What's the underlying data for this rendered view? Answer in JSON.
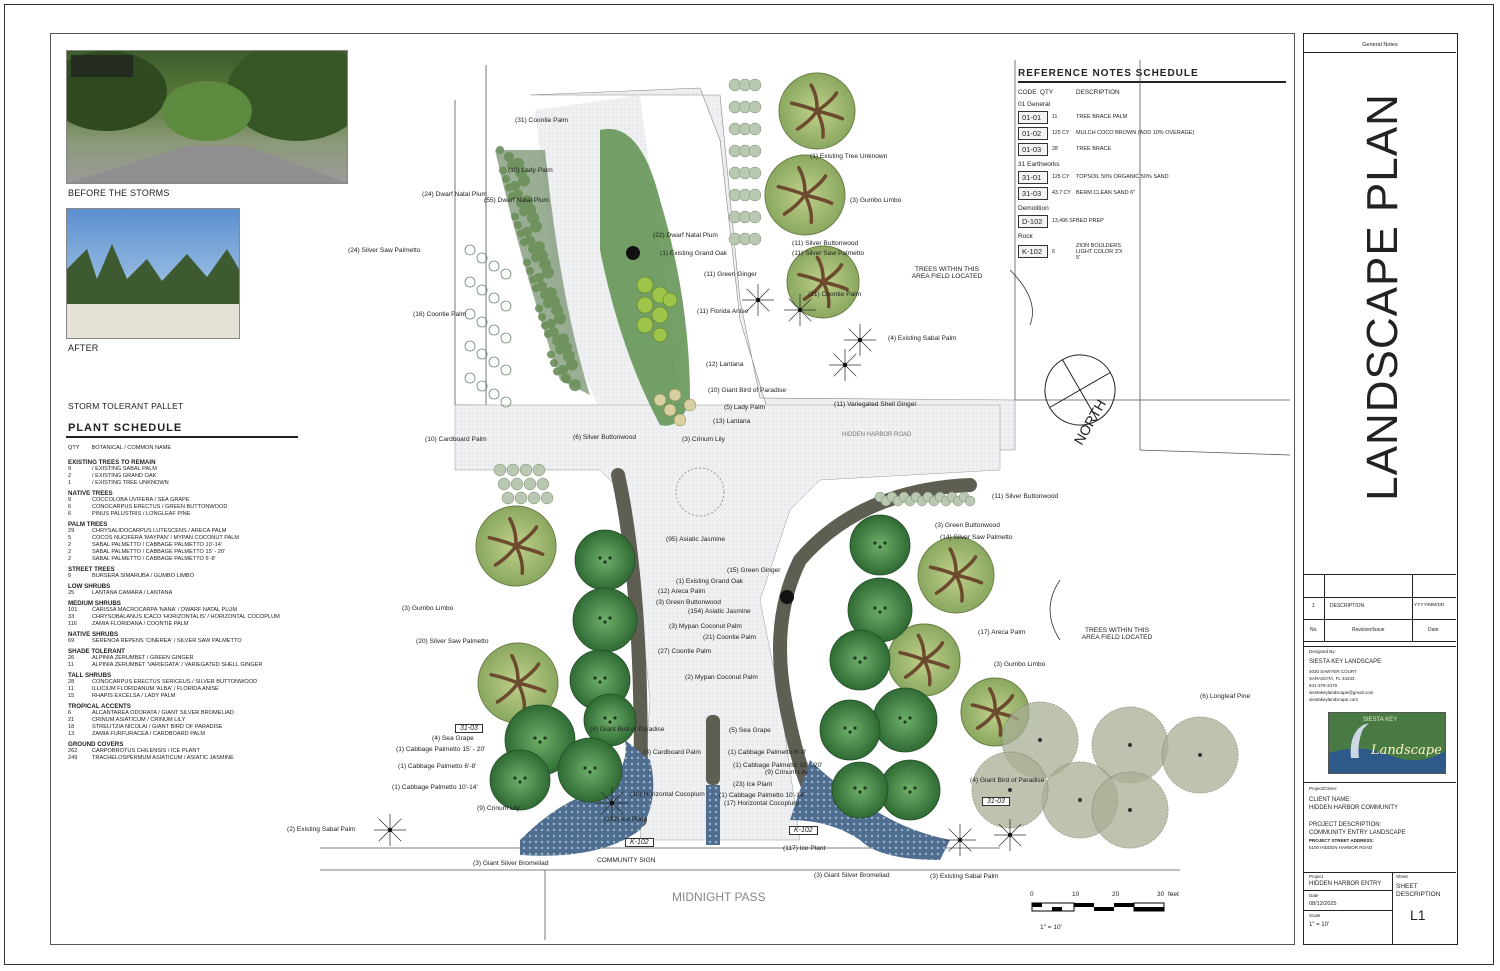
{
  "photos": {
    "before_caption": "BEFORE THE STORMS",
    "after_caption": "AFTER"
  },
  "plant_schedule": {
    "subtitle": "STORM TOLERANT PALLET",
    "title": "PLANT SCHEDULE",
    "col_qty": "QTY",
    "col_name": "BOTANICAL / COMMON NAME",
    "groups": [
      {
        "name": "EXISTING TREES TO REMAIN",
        "rows": [
          [
            "9",
            "/ EXISTING SABAL PALM"
          ],
          [
            "2",
            "/ EXISTING GRAND OAK"
          ],
          [
            "1",
            "/ EXISTING TREE UNKNOWN"
          ]
        ]
      },
      {
        "name": "NATIVE TREES",
        "rows": [
          [
            "9",
            "COCCOLOBA UVIFERA / SEA GRAPE"
          ],
          [
            "6",
            "CONOCARPUS ERECTUS / GREEN BUTTONWOOD"
          ],
          [
            "6",
            "PINUS PALUSTRIS / LONGLEAF PINE"
          ]
        ]
      },
      {
        "name": "PALM TREES",
        "rows": [
          [
            "29",
            "CHRYSALIDOCARPUS LUTESCENS / ARECA PALM"
          ],
          [
            "5",
            "COCOS NUCIFERA 'MAYPAN' / MYPAN COCONUT PALM"
          ],
          [
            "2",
            "SABAL PALMETTO / CABBAGE PALMETTO 10'-14'"
          ],
          [
            "2",
            "SABAL PALMETTO / CABBAGE PALMETTO 15' - 20'"
          ],
          [
            "2",
            "SABAL PALMETTO / CABBAGE PALMETTO 6'-8'"
          ]
        ]
      },
      {
        "name": "STREET TREES",
        "rows": [
          [
            "9",
            "BURSERA SIMARUBA / GUMBO LIMBO"
          ]
        ]
      },
      {
        "name": "LOW SHRUBS",
        "rows": [
          [
            "25",
            "LANTANA CAMARA / LANTANA"
          ]
        ]
      },
      {
        "name": "MEDIUM SHRUBS",
        "rows": [
          [
            "101",
            "CARISSA MACROCARPA 'NANA' / DWARF NATAL PLUM"
          ],
          [
            "33",
            "CHRYSOBALANUS ICACO 'HORIZONTALIS' / HORIZONTAL COCOPLUM"
          ],
          [
            "116",
            "ZAMIA FLORIDANA / COONTIE PALM"
          ]
        ]
      },
      {
        "name": "NATIVE SHRUBS",
        "rows": [
          [
            "69",
            "SERENOA REPENS 'CINEREA' / SILVER SAW PALMETTO"
          ]
        ]
      },
      {
        "name": "SHADE TOLERANT",
        "rows": [
          [
            "26",
            "ALPINIA ZERUMBET / GREEN GINGER"
          ],
          [
            "11",
            "ALPINIA ZERUMBET 'VARIEGATA' / VARIEGATED SHELL GINGER"
          ]
        ]
      },
      {
        "name": "TALL SHRUBS",
        "rows": [
          [
            "28",
            "CONOCARPUS ERECTUS SERICEUS / SILVER BUTTONWOOD"
          ],
          [
            "11",
            "ILLICIUM FLORIDANUM 'ALBA' / FLORIDA ANISE"
          ],
          [
            "15",
            "RHAPIS EXCELSA / LADY PALM"
          ]
        ]
      },
      {
        "name": "TROPICAL ACCENTS",
        "rows": [
          [
            "6",
            "ALCANTAREA ODORATA / GIANT SILVER BROMELIAD"
          ],
          [
            "21",
            "CRINUM ASIATICUM / CRINUM LILY"
          ],
          [
            "18",
            "STRELITZIA NICOLAI / GIANT BIRD OF PARADISE"
          ],
          [
            "13",
            "ZAMIA FURFURACEA / CARDBOARD PALM"
          ]
        ]
      },
      {
        "name": "GROUND COVERS",
        "rows": [
          [
            "262",
            "CARPOBROTUS CHILENSIS / ICE PLANT"
          ],
          [
            "249",
            "TRACHELOSPERMUM ASIATICUM / ASIATIC JASMINE"
          ]
        ]
      }
    ]
  },
  "reference_notes": {
    "title": "REFERENCE NOTES SCHEDULE",
    "col_code": "CODE",
    "col_qty": "QTY",
    "col_desc": "DESCRIPTION",
    "groups": [
      {
        "name": "01 General",
        "rows": [
          [
            "01-01",
            "11",
            "TREE BRACE PALM"
          ],
          [
            "01-02",
            "125 CY",
            "MULCH COCO BROWN (ADD 10% OVERAGE)"
          ],
          [
            "01-03",
            "28",
            "TREE BRACE"
          ]
        ]
      },
      {
        "name": "31 Earthworks",
        "rows": [
          [
            "31-01",
            "125 CY",
            "TOPSOIL 50% ORGANIC 50% SAND"
          ],
          [
            "31-03",
            "43.7 CY",
            "BERM CLEAN SAND 6\""
          ]
        ]
      },
      {
        "name": "Demolition",
        "rows": [
          [
            "D-102",
            "13,496 SF",
            "BED PREP"
          ]
        ]
      },
      {
        "name": "Rock",
        "rows": [
          [
            "K-102",
            "6",
            "ZION BOULDERS LIGHT COLOR 3'X 5'"
          ]
        ]
      }
    ]
  },
  "plan_labels": [
    {
      "t": "(31) Coontie Palm"
    },
    {
      "t": "(10) Lady Palm"
    },
    {
      "t": "(24) Dwarf Natal Plum"
    },
    {
      "t": "(55) Dwarf Natal Plum"
    },
    {
      "t": "(22) Dwarf Natal Plum"
    },
    {
      "t": "(1) Existing Grand Oak"
    },
    {
      "t": "(24) Silver Saw Palmetto"
    },
    {
      "t": "(11) Green Ginger"
    },
    {
      "t": "(16) Coontie Palm"
    },
    {
      "t": "(11) Florida Anise"
    },
    {
      "t": "(12) Lantana"
    },
    {
      "t": "(10) Giant Bird of Paradise"
    },
    {
      "t": "(5) Lady Palm"
    },
    {
      "t": "(13) Lantana"
    },
    {
      "t": "(3) Crinum Lily"
    },
    {
      "t": "(10) Cardboard Palm"
    },
    {
      "t": "(1) Existing Tree Unknown"
    },
    {
      "t": "(3) Gumbo Limbo"
    },
    {
      "t": "(11) Silver Buttonwood"
    },
    {
      "t": "(11) Silver Saw Palmetto"
    },
    {
      "t": "(21) Coontie Palm"
    },
    {
      "t": "(4) Existing Sabal Palm"
    },
    {
      "t": "(11) Variegated Shell Ginger"
    },
    {
      "t": "(6) Silver Buttonwood"
    },
    {
      "t": "(95) Asiatic Jasmine"
    },
    {
      "t": "(15) Green Ginger"
    },
    {
      "t": "(1) Existing Grand Oak"
    },
    {
      "t": "(12) Areca Palm"
    },
    {
      "t": "(3) Green Buttonwood"
    },
    {
      "t": "(154) Asiatic Jasmine"
    },
    {
      "t": "(3) Mypan Coconut Palm"
    },
    {
      "t": "(21) Coontie Palm"
    },
    {
      "t": "(27) Coontie Palm"
    },
    {
      "t": "(2) Mypan Coconut Palm"
    },
    {
      "t": "(3) Gumbo Limbo"
    },
    {
      "t": "(20) Silver Saw Palmetto"
    },
    {
      "t": "(4) Giant Bird of Paradise"
    },
    {
      "t": "(4) Sea Grape"
    },
    {
      "t": "(1) Cabbage Palmetto 15' - 20'"
    },
    {
      "t": "(1) Cabbage Palmetto 6'-8'"
    },
    {
      "t": "(1) Cabbage Palmetto 10'-14'"
    },
    {
      "t": "(9) Crinum Lily"
    },
    {
      "t": "(2) Existing Sabal Palm"
    },
    {
      "t": "(3) Cardboard Palm"
    },
    {
      "t": "(16) Horizontal Cocoplum"
    },
    {
      "t": "(122) Ice Plant"
    },
    {
      "t": "(3) Giant Silver Bromeliad"
    },
    {
      "t": "COMMUNITY SIGN"
    },
    {
      "t": "(5) Sea Grape"
    },
    {
      "t": "(1) Cabbage Palmetto 6'-8'"
    },
    {
      "t": "(1) Cabbage Palmetto 15' - 20'"
    },
    {
      "t": "(9) Crinum Lily"
    },
    {
      "t": "(23) Ice Plant"
    },
    {
      "t": "(1) Cabbage Palmetto 10'-14'"
    },
    {
      "t": "(17) Horizontal Cocoplum"
    },
    {
      "t": "(117) Ice Plant"
    },
    {
      "t": "(3) Giant Silver Bromeliad"
    },
    {
      "t": "(3) Existing Sabal Palm"
    },
    {
      "t": "(11) Silver Buttonwood"
    },
    {
      "t": "(3) Green Buttonwood"
    },
    {
      "t": "(14) Silver Saw Palmetto"
    },
    {
      "t": "(17) Areca Palm"
    },
    {
      "t": "(3) Gumbo Limbo"
    },
    {
      "t": "(4) Giant Bird of Paradise"
    },
    {
      "t": "(6) Longleaf Pine"
    },
    {
      "t": "TREES WITHIN THIS AREA FIELD LOCATED"
    },
    {
      "t": "TREES WITHIN THIS AREA FIELD LOCATED"
    },
    {
      "t": "HIDDEN HARBOR ROAD"
    },
    {
      "t": "MIDNIGHT PASS"
    },
    {
      "t": "NORTH"
    },
    {
      "t": "31-03"
    },
    {
      "t": "K-102"
    },
    {
      "t": "K-102"
    },
    {
      "t": "31-03"
    }
  ],
  "scale": {
    "ticks": [
      "0",
      "10",
      "20",
      "30"
    ],
    "unit": "feet",
    "ratio": "1\" = 10'"
  },
  "title_block": {
    "general_notes": "General Notes",
    "sheet_title": "LANDSCAPE PLAN",
    "rev_no": "1",
    "rev_desc": "DESCRIPTION",
    "rev_date": "YYYY/MM/DD",
    "col_no": "No.",
    "col_rev": "Revision/Issue",
    "col_date": "Date",
    "designed_by": "Designed By:",
    "firm": "SIESTA KEY LANDSCAPE",
    "address": "4030 SAWYER COURT",
    "city": "SARASOTA, FL 34233",
    "phone": "941-379-3479",
    "email": "siestakeylandscape@gmail.com",
    "web": "siestakeylandscape.com",
    "logo_text": "Landscape",
    "logo_top": "SIESTA KEY",
    "project_client": "Project/Client:",
    "client_name_lbl": "CLIENT NAME:",
    "client_name": "HIDDEN HARBOR COMMUNITY",
    "project_desc_lbl": "PROJECT DESCRIPTION:",
    "project_desc": "COMMUNITY ENTRY LANDSCAPE",
    "street_lbl": "PROJECT STREET ADDRESS:",
    "street": "5100 HIDDEN HARBOR ROAD",
    "project_lbl": "Project",
    "project": "HIDDEN HARBOR ENTRY",
    "date_lbl": "Date",
    "date": "08/12/2025",
    "scale_lbl": "Scale",
    "scale": "1\" = 10'",
    "sheet_lbl": "Sheet",
    "sheet_desc": "SHEET DESCRIPTION",
    "sheet_no": "L1"
  },
  "colors": {
    "tree_brown": "#6b4a2e",
    "tree_green": "#8aa860",
    "shrub_green": "#3e7a3a",
    "pine": "#9aa58a",
    "paver": "#e9ecef",
    "dark_bed": "#5e5e52",
    "water_blue": "#3f5a7a"
  }
}
